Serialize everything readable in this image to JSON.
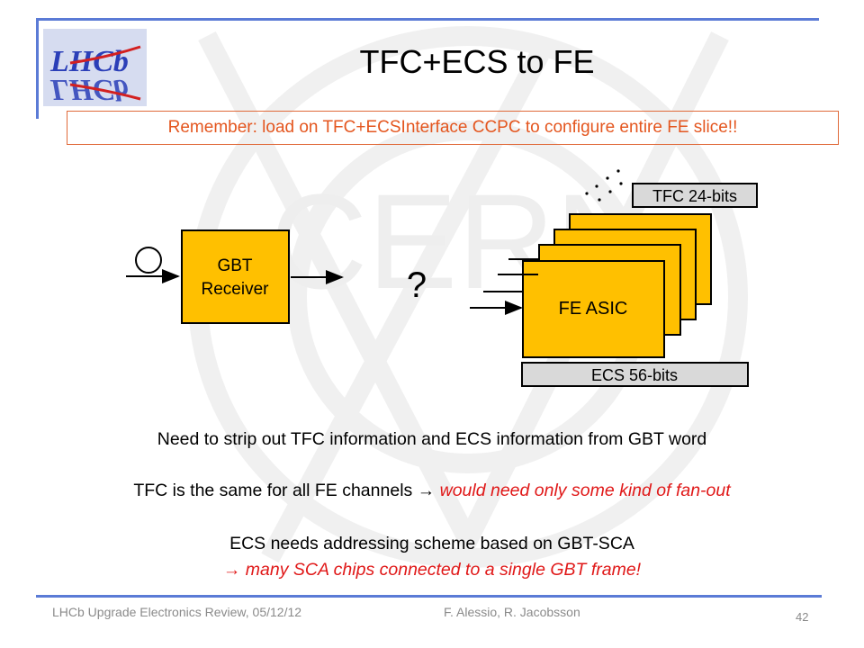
{
  "slide": {
    "title": "TFC+ECS to FE",
    "reminder": "Remember: load on TFC+ECSInterface CCPC to configure entire FE slice!!",
    "logo_text_top": "LHCb",
    "logo_text_bottom": "LHCb",
    "watermark_text": "CERN"
  },
  "diagram": {
    "gbt_receiver_line1": "GBT",
    "gbt_receiver_line2": "Receiver",
    "question_mark": "?",
    "fe_asic_label": "FE ASIC",
    "tfc_bits_label": "TFC 24-bits",
    "ecs_bits_label": "ECS 56-bits",
    "colors": {
      "box_fill": "#ffc000",
      "label_fill": "#d9d9d9",
      "outline": "#000000"
    }
  },
  "body_text": {
    "line1": "Need to strip out TFC information and ECS information from GBT word",
    "line2_prefix": "TFC is the same for all FE channels ",
    "line2_arrow": "→",
    "line2_emphasis": " would need only some kind of fan-out",
    "line3": "ECS needs addressing scheme based on GBT-SCA",
    "line4_arrow": "→",
    "line4_emphasis": " many SCA chips connected to a single GBT frame!"
  },
  "footer": {
    "event": "LHCb Upgrade Electronics Review, 05/12/12",
    "authors": "F. Alessio, R. Jacobsson",
    "page_number": "42"
  },
  "colors": {
    "accent_blue": "#5b7bd6",
    "reminder_orange": "#e4561f",
    "emphasis_red": "#e01818"
  }
}
